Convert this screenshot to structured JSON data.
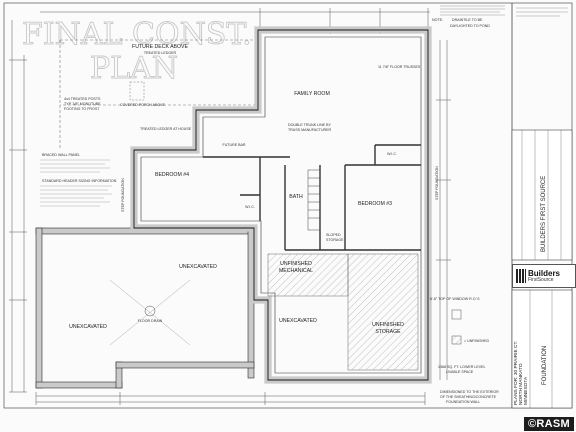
{
  "watermark": {
    "line1": "FINAL CONST.",
    "line2": "PLAN"
  },
  "rooms": {
    "deck": "FUTURE DECK ABOVE",
    "deck_sub": "TREATED LEDGER",
    "family_room": "FAMILY ROOM",
    "bedroom_4": "BEDROOM #4",
    "bedroom_3": "BEDROOM #3",
    "bath": "BATH",
    "wic_left": "W.I.C.",
    "wic_right": "W.I.C.",
    "future_bar": "FUTURE BAR",
    "unexcavated_1": "UNEXCAVATED",
    "unexcavated_2": "UNEXCAVATED",
    "unexcavated_3": "UNEXCAVATED",
    "mechanical_1": "UNFINISHED",
    "mechanical_2": "MECHANICAL",
    "storage_1": "UNFINISHED",
    "storage_2": "STORAGE",
    "floor_drain": "FLOOR DRAIN"
  },
  "notes": {
    "drain_title": "NOTE:",
    "drain_1": "DRAINTILE TO BE",
    "drain_2": "DAYLIGHTED TO POND",
    "step_foundation_left": "STEP FOUNDATION",
    "step_foundation_right": "STEP FOUNDATION",
    "pier_1": "4x4 TREATED POSTS",
    "pier_2": "TYP. 3/8\" MONOTUBE",
    "pier_3": "FOOTING TO FROST",
    "porch": "COVERED PORCH ABOVE",
    "ledger": "TREATED LEDGER AT HOUSE",
    "braced": "BRACED WALL PANEL",
    "header": "STANDARD HEADER SIZING INFORMATION",
    "joists_1": "11 7/8\" FLOOR TRUSSES",
    "joists_2": "DOUBLE TRUNK LINE BY",
    "joists_3": "TRUSS MANUFACTURER",
    "window": "6'-8\" TOP OF WINDOW R.O.'S",
    "legend": "= UNFINISHED",
    "livable_1": "1368 SQ. FT. LOWER LEVEL",
    "livable_2": "LIVABLE SPACE",
    "foot_1": "DIMENSIONED TO THE EXTERIOR",
    "foot_2": "OF THE SHEATHING/CONCRETE",
    "foot_3": "FOUNDATION WALL",
    "sloped": "SLOPED",
    "storage_note": "STORAGE"
  },
  "title_block": {
    "company": "BUILDERS FIRST SOURCE",
    "sheet": "FOUNDATION",
    "project_1": "PLANS FOR: 30 PRAIRIE CT.",
    "project_2": "NORTH MANKATO",
    "project_3": "MINNESOTA"
  },
  "logo": {
    "name": "Builders",
    "sub": "FirstSource"
  },
  "credit": "©RASM"
}
